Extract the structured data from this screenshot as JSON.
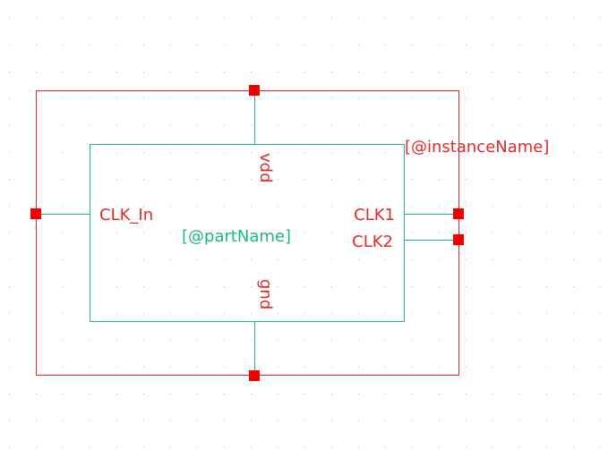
{
  "colors": {
    "background": "#ffffff",
    "grid_dot": "#b8b8b8",
    "symbol_outline": "#e02a2a",
    "body_outline": "#1db584",
    "pin_marker": "#ee0000",
    "pin_label": "#e02a2a",
    "part_label": "#1db584"
  },
  "symbol": {
    "instance_name": "[@instanceName]",
    "part_name": "[@partName]",
    "pins": {
      "vdd": "vdd",
      "gnd": "gnd",
      "clk_in": "CLK_In",
      "clk1": "CLK1",
      "clk2": "CLK2"
    }
  }
}
